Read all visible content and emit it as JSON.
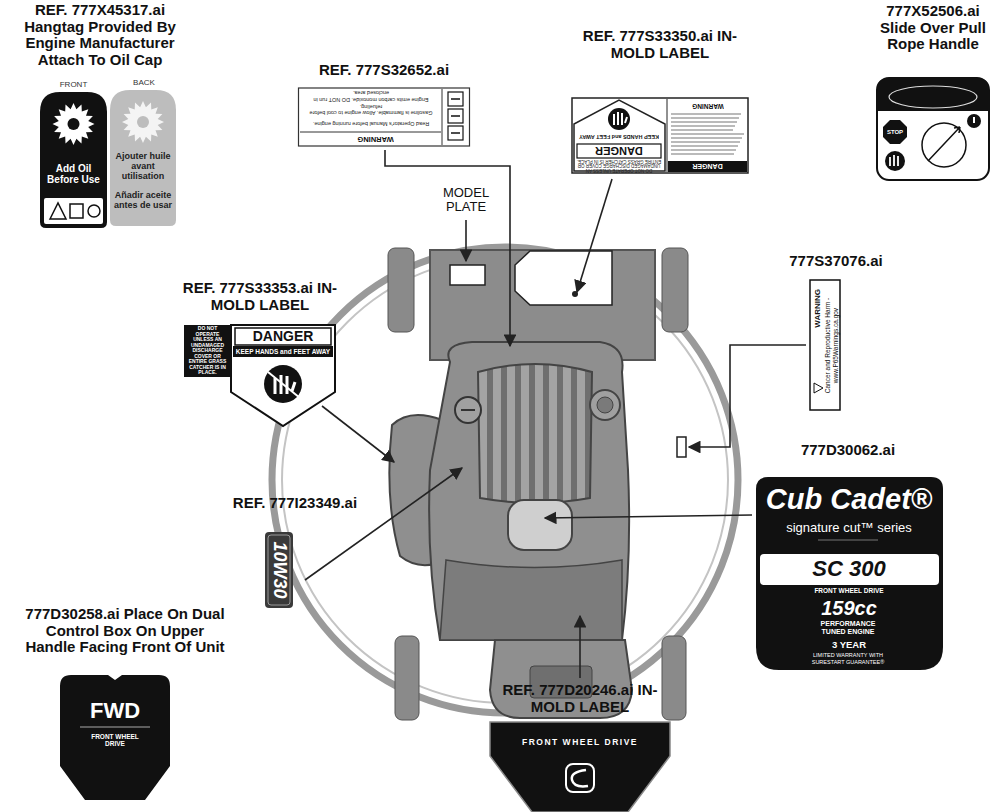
{
  "diagram": {
    "nodes": [
      {
        "text": [
          "REF. 777X45317.ai Hangtag Provided By Engine Manufacturer Attach To Oil Cap",
          "FRONT",
          "Add Oil Before Use"
        ]
      },
      {
        "text": [
          "BACK",
          "Ajouter huile avant utilisation",
          "Añadir aceite antes de usar"
        ]
      },
      {
        "text": [
          "REF. 777S32652.ai",
          "WARNING",
          "Read Operator's Manual before running engine.",
          "Gasoline is flammable. Allow engine to cool before refueling.",
          "Engine emits carbon monoxide. DO NOT run in enclosed area."
        ]
      },
      {
        "text": [
          "REF. 777S33350.ai IN-MOLD LABEL",
          "DANGER",
          "KEEP HANDS and FEET AWAY",
          "WARNING",
          "DO NOT OPERATE UNLESS AN UNDAMAGED DISCHARGE COVER OR ENTIRE GRASS CATCHER IS IN PLACE.",
          "DANGER"
        ]
      },
      {
        "text": [
          "777X52506.ai Slide Over Pull Rope Handle",
          "STOP"
        ]
      },
      {
        "text": [
          "REF. 777S33353.ai IN-MOLD LABEL",
          "DO NOT OPERATE UNLESS AN UNDAMAGED DISCHARGE COVER OR ENTIRE GRASS CATCHER IS IN PLACE.",
          "DANGER",
          "KEEP HANDS and FEET AWAY"
        ]
      },
      {
        "text": [
          "777S37076.ai",
          "WARNING",
          "Cancer and Reproductive Harm - www.P65Warnings.ca.gov"
        ]
      },
      {
        "text": [
          "REF. 777I23349.ai",
          "10W30"
        ]
      },
      {
        "text": [
          "777D30062.ai",
          "Cub Cadet®",
          "signature cut™ series",
          "SC 300",
          "FRONT WHEEL DRIVE",
          "159cc",
          "PERFORMANCE TUNED ENGINE",
          "3 YEAR",
          "LIMITED WARRANTY WITH SURESTART GUARANTEE®"
        ]
      },
      {
        "text": [
          "777D30258.ai Place On Dual Control Box On Upper Handle Facing Front Of Unit",
          "FWD",
          "FRONT WHEEL DRIVE"
        ]
      },
      {
        "text": [
          "REF. 777D20246.ai IN-MOLD LABEL",
          "FRONT WHEEL DRIVE"
        ]
      }
    ],
    "labels": [
      "MODEL PLATE"
    ]
  }
}
